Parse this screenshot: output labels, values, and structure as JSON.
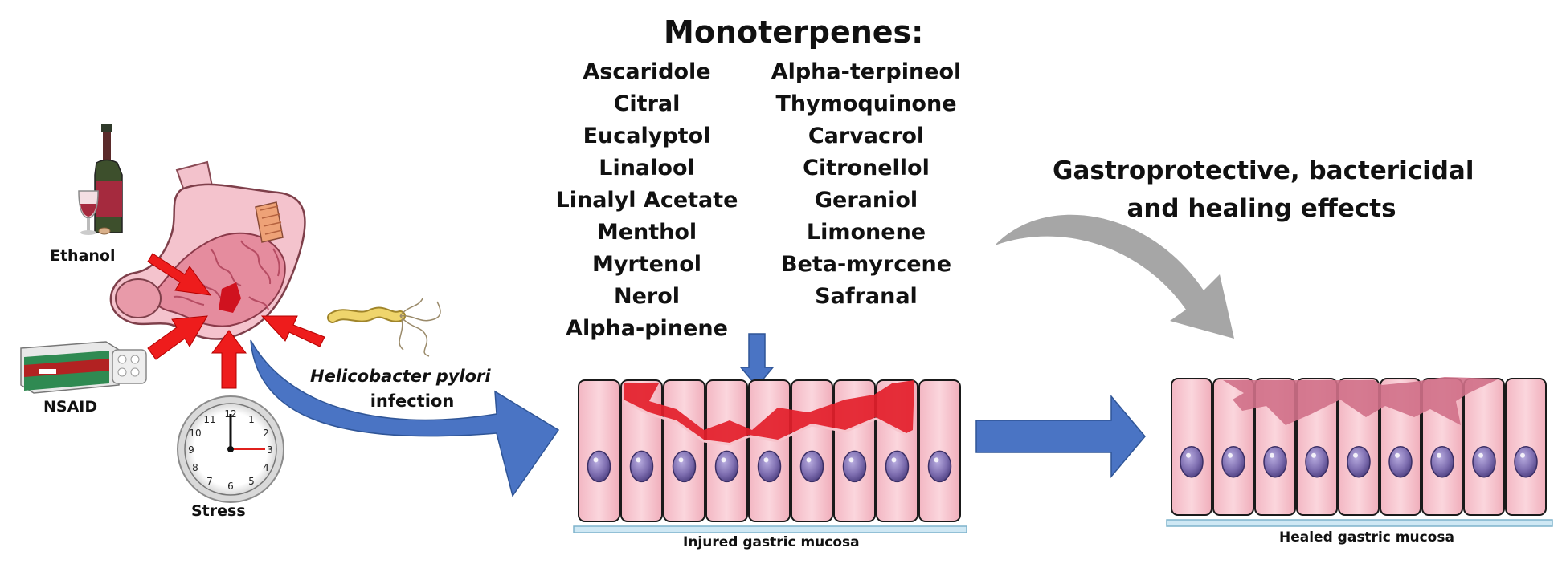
{
  "title": "Monoterpenes:",
  "compounds_left": [
    "Ascaridole",
    "Citral",
    "Eucalyptol",
    "Linalool",
    "Linalyl Acetate",
    "Menthol",
    "Myrtenol",
    "Nerol",
    "Alpha-pinene"
  ],
  "compounds_right": [
    "Alpha-terpineol",
    "Thymoquinone",
    "Carvacrol",
    "Citronellol",
    "Geraniol",
    "Limonene",
    "Beta-myrcene",
    "Safranal"
  ],
  "effects": {
    "line1": "Gastroprotective, bactericidal",
    "line2": "and healing effects"
  },
  "factors": {
    "ethanol": "Ethanol",
    "nsaid": "NSAID",
    "stress": "Stress",
    "hpylori": "Helicobacter pylori",
    "infection": "infection"
  },
  "captions": {
    "injured": "Injured gastric mucosa",
    "healed": "Healed gastric mucosa"
  },
  "colors": {
    "cell": "#f6c6cf",
    "nucleus": "#7a6aa8",
    "injury": "#e31e2a",
    "healed_patch": "#d07088",
    "arrow_blue": "#4472c4",
    "arrow_gray": "#a6a6a6",
    "red_arrow": "#ee1c1c"
  }
}
